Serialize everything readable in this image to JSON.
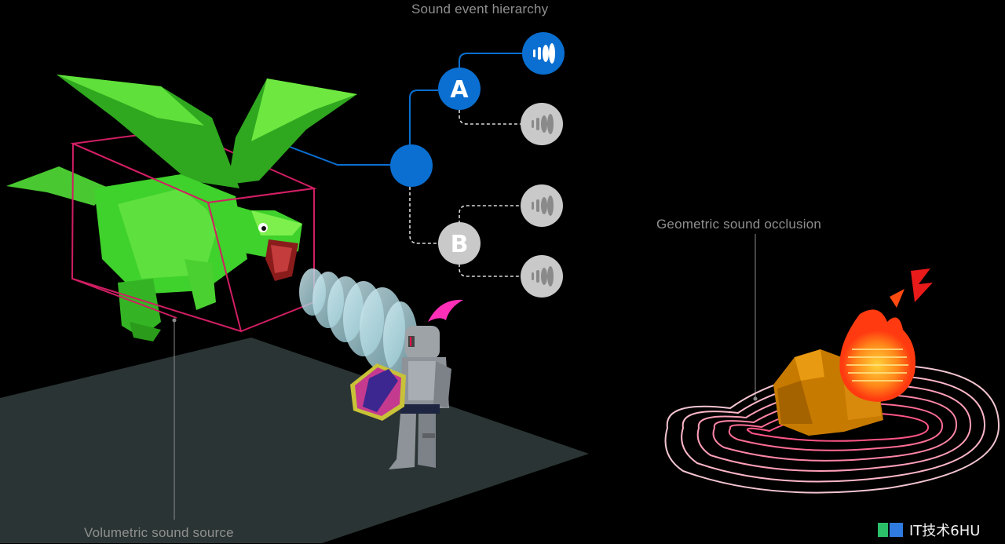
{
  "labels": {
    "hierarchy_title": "Sound event hierarchy",
    "occlusion": "Geometric sound occlusion",
    "volumetric": "Volumetric sound source"
  },
  "nodes": {
    "a": "A",
    "b": "B"
  },
  "watermark": "IT技术6HU",
  "colors": {
    "background": "#000000",
    "active_blue": "#0a6fd1",
    "inactive_gray": "#c9c9c9",
    "box_outline": "#d11e63",
    "floor": "#2b3434",
    "dragon_green": "#3fd12c",
    "fire_orange": "#ff6a00",
    "occlusion_rings": "#ff9fb8"
  },
  "icons": [
    "sound-wave-icon",
    "dragon-illustration",
    "knight-illustration",
    "fireball-illustration"
  ]
}
